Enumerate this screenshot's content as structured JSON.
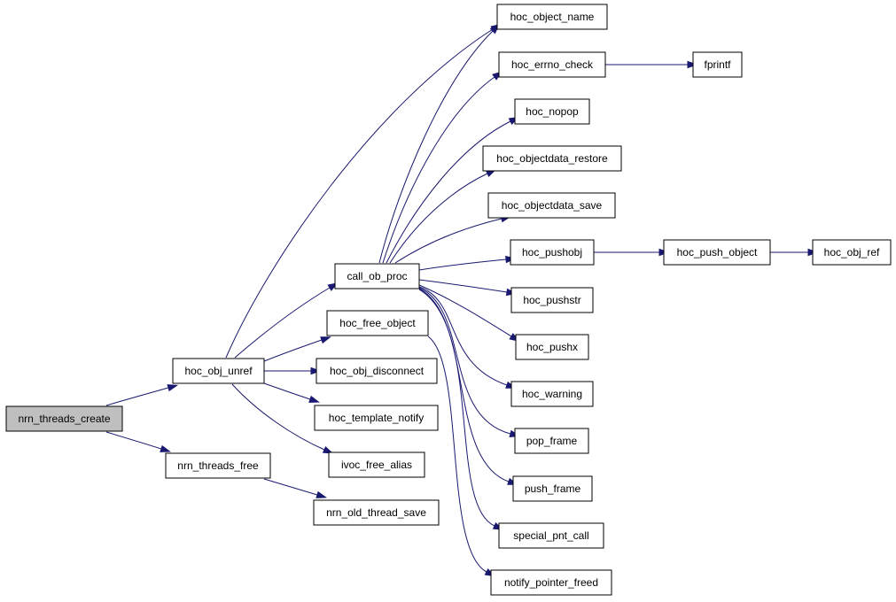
{
  "nodes": [
    {
      "id": "nrn_threads_create",
      "label": "nrn_threads_create",
      "root": true
    },
    {
      "id": "hoc_obj_unref",
      "label": "hoc_obj_unref"
    },
    {
      "id": "nrn_threads_free",
      "label": "nrn_threads_free"
    },
    {
      "id": "call_ob_proc",
      "label": "call_ob_proc"
    },
    {
      "id": "hoc_free_object",
      "label": "hoc_free_object"
    },
    {
      "id": "hoc_obj_disconnect",
      "label": "hoc_obj_disconnect"
    },
    {
      "id": "hoc_template_notify",
      "label": "hoc_template_notify"
    },
    {
      "id": "ivoc_free_alias",
      "label": "ivoc_free_alias"
    },
    {
      "id": "nrn_old_thread_save",
      "label": "nrn_old_thread_save"
    },
    {
      "id": "hoc_object_name",
      "label": "hoc_object_name"
    },
    {
      "id": "hoc_errno_check",
      "label": "hoc_errno_check"
    },
    {
      "id": "hoc_nopop",
      "label": "hoc_nopop"
    },
    {
      "id": "hoc_objectdata_restore",
      "label": "hoc_objectdata_restore"
    },
    {
      "id": "hoc_objectdata_save",
      "label": "hoc_objectdata_save"
    },
    {
      "id": "hoc_pushobj",
      "label": "hoc_pushobj"
    },
    {
      "id": "hoc_pushstr",
      "label": "hoc_pushstr"
    },
    {
      "id": "hoc_pushx",
      "label": "hoc_pushx"
    },
    {
      "id": "hoc_warning",
      "label": "hoc_warning"
    },
    {
      "id": "pop_frame",
      "label": "pop_frame"
    },
    {
      "id": "push_frame",
      "label": "push_frame"
    },
    {
      "id": "special_pnt_call",
      "label": "special_pnt_call"
    },
    {
      "id": "notify_pointer_freed",
      "label": "notify_pointer_freed"
    },
    {
      "id": "fprintf",
      "label": "fprintf"
    },
    {
      "id": "hoc_push_object",
      "label": "hoc_push_object"
    },
    {
      "id": "hoc_obj_ref",
      "label": "hoc_obj_ref"
    }
  ],
  "edges": [
    {
      "from": "nrn_threads_create",
      "to": "hoc_obj_unref"
    },
    {
      "from": "nrn_threads_create",
      "to": "nrn_threads_free"
    },
    {
      "from": "hoc_obj_unref",
      "to": "hoc_object_name"
    },
    {
      "from": "hoc_obj_unref",
      "to": "call_ob_proc"
    },
    {
      "from": "hoc_obj_unref",
      "to": "hoc_free_object"
    },
    {
      "from": "hoc_obj_unref",
      "to": "hoc_obj_disconnect"
    },
    {
      "from": "hoc_obj_unref",
      "to": "hoc_template_notify"
    },
    {
      "from": "hoc_obj_unref",
      "to": "ivoc_free_alias"
    },
    {
      "from": "nrn_threads_free",
      "to": "nrn_old_thread_save"
    },
    {
      "from": "call_ob_proc",
      "to": "hoc_object_name"
    },
    {
      "from": "call_ob_proc",
      "to": "hoc_errno_check"
    },
    {
      "from": "call_ob_proc",
      "to": "hoc_nopop"
    },
    {
      "from": "call_ob_proc",
      "to": "hoc_objectdata_restore"
    },
    {
      "from": "call_ob_proc",
      "to": "hoc_objectdata_save"
    },
    {
      "from": "call_ob_proc",
      "to": "hoc_pushobj"
    },
    {
      "from": "call_ob_proc",
      "to": "hoc_pushstr"
    },
    {
      "from": "call_ob_proc",
      "to": "hoc_pushx"
    },
    {
      "from": "call_ob_proc",
      "to": "hoc_warning"
    },
    {
      "from": "call_ob_proc",
      "to": "pop_frame"
    },
    {
      "from": "call_ob_proc",
      "to": "push_frame"
    },
    {
      "from": "call_ob_proc",
      "to": "special_pnt_call"
    },
    {
      "from": "hoc_free_object",
      "to": "notify_pointer_freed"
    },
    {
      "from": "hoc_errno_check",
      "to": "fprintf"
    },
    {
      "from": "hoc_pushobj",
      "to": "hoc_push_object"
    },
    {
      "from": "hoc_push_object",
      "to": "hoc_obj_ref"
    }
  ],
  "colors": {
    "edge": "#191970",
    "root_fill": "#bfbfbf",
    "node_fill": "#ffffff",
    "node_border": "#000000"
  }
}
